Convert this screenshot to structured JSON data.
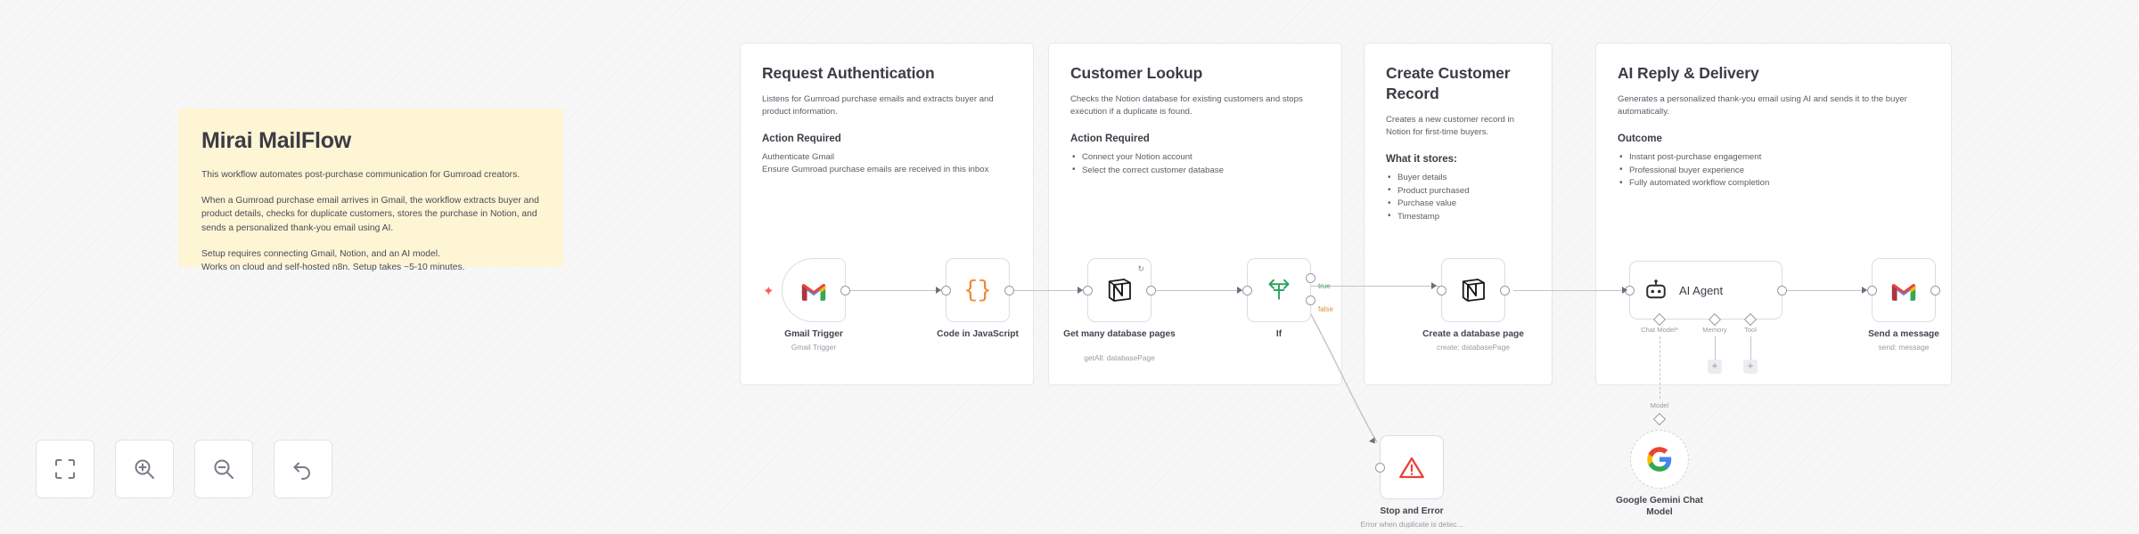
{
  "canvas": {
    "background_color": "#f7f7f7",
    "accent_yellow": "#fdf5d4"
  },
  "sticky_note": {
    "title": "Mirai MailFlow",
    "paragraph_1": "This workflow automates post-purchase communication for Gumroad creators.",
    "paragraph_2": "When a Gumroad purchase email arrives in Gmail, the workflow extracts buyer and product details, checks for duplicate customers, stores the purchase in Notion, and sends a personalized thank-you email using AI.",
    "paragraph_3_line_1": "Setup requires connecting Gmail, Notion, and an AI model.",
    "paragraph_3_line_2": "Works on cloud and self-hosted n8n. Setup takes ~5-10 minutes."
  },
  "panels": [
    {
      "title": "Request Authentication",
      "description": "Listens for Gumroad purchase emails and extracts buyer and product information.",
      "section_heading": "Action Required",
      "lines": [
        "Authenticate Gmail",
        "Ensure Gumroad purchase emails are received in this inbox"
      ]
    },
    {
      "title": "Customer Lookup",
      "description": "Checks the Notion database for existing customers and stops execution if a duplicate is found.",
      "section_heading": "Action Required",
      "bullets": [
        "Connect your Notion account",
        "Select the correct customer database"
      ]
    },
    {
      "title": "Create Customer Record",
      "description": "Creates a new customer record in Notion for first-time buyers.",
      "section_heading": "What it stores:",
      "bullets": [
        "Buyer details",
        "Product purchased",
        "Purchase value",
        "Timestamp"
      ]
    },
    {
      "title": "AI Reply & Delivery",
      "description": "Generates a personalized thank-you email using AI and sends it to the buyer automatically.",
      "section_heading": "Outcome",
      "bullets": [
        "Instant post-purchase engagement",
        "Professional buyer experience",
        "Fully automated workflow completion"
      ]
    }
  ],
  "nodes": {
    "gmail_trigger": {
      "label": "Gmail Trigger",
      "sublabel": "Gmail Trigger",
      "icon": "gmail-icon"
    },
    "code": {
      "label": "Code in JavaScript",
      "sublabel": "",
      "icon": "code-braces-icon"
    },
    "get_pages": {
      "label": "Get many database pages",
      "sublabel": "getAll: databasePage",
      "icon": "notion-icon",
      "badge": "loop-icon"
    },
    "if": {
      "label": "If",
      "sublabel": "",
      "icon": "filter-icon",
      "output_true": "true",
      "output_false": "false"
    },
    "stop_error": {
      "label": "Stop and Error",
      "sublabel": "Error when duplicate is detec...",
      "icon": "warning-triangle-icon"
    },
    "create_page": {
      "label": "Create a database page",
      "sublabel": "create: databasePage",
      "icon": "notion-icon"
    },
    "ai_agent": {
      "label": "AI Agent",
      "icon": "robot-icon",
      "subports": [
        "Chat Model*",
        "Memory",
        "Tool"
      ]
    },
    "gemini": {
      "label": "Google Gemini Chat Model",
      "sublabel": "",
      "icon": "google-icon",
      "connector_label": "Model"
    },
    "send_message": {
      "label": "Send a message",
      "sublabel": "send: message",
      "icon": "gmail-icon"
    }
  },
  "toolbar": {
    "buttons": [
      {
        "name": "fit-to-view",
        "title": "Fit to view"
      },
      {
        "name": "zoom-in",
        "title": "Zoom in"
      },
      {
        "name": "zoom-out",
        "title": "Zoom out"
      },
      {
        "name": "reset-zoom",
        "title": "Reset zoom"
      }
    ]
  }
}
